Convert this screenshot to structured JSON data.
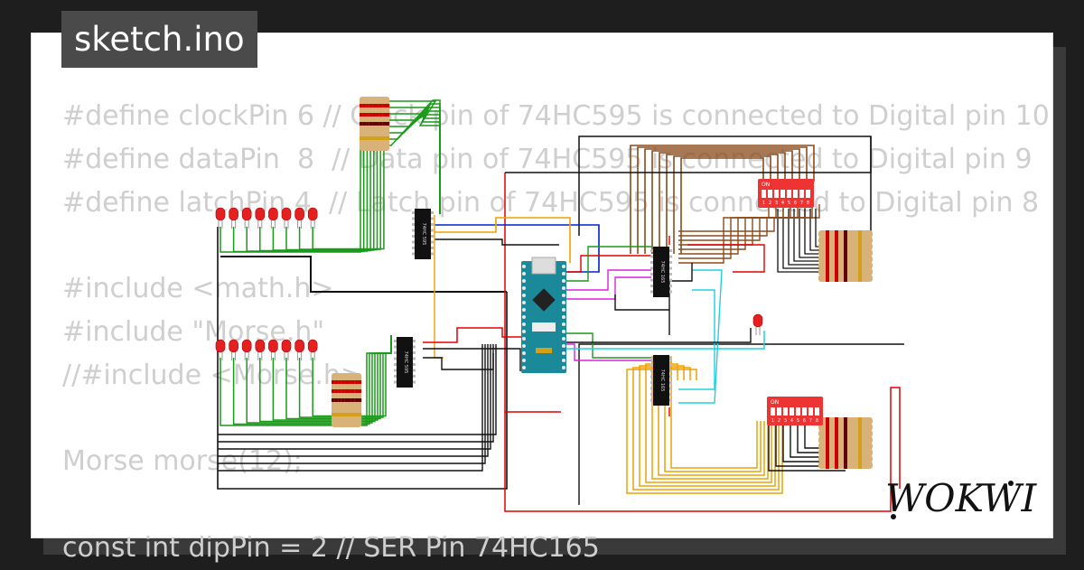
{
  "title": "sketch.ino",
  "brand": "WOKWI",
  "code_lines": [
    "#define clockPin 6 // Clock pin of 74HC595 is connected to Digital pin 10",
    "#define dataPin  8  // Data pin of 74HC595 is connected to Digital pin 9",
    "#define latchPin 4  // Latch pin of 74HC595 is connected to Digital pin 8",
    "",
    "#include <math.h>",
    "#include \"Morse.h\"",
    "//#include <Morse.h>",
    "",
    "Morse morse(12);",
    "",
    "const int dipPin = 2 // SER Pin 74HC165"
  ],
  "chip_labels": {
    "shift_out": "74HC 595",
    "shift_in": "74HC 165"
  },
  "dip_label": "ON",
  "dip_numbers": [
    "1",
    "2",
    "3",
    "4",
    "5",
    "6",
    "7",
    "8"
  ],
  "colors": {
    "background": "#1e1e1e",
    "card": "#ffffff",
    "code_text": "#cfcfcf",
    "title_bg": "#4a4a4a",
    "wire_green": "#1a9a1a",
    "wire_brown": "#8b4a1a",
    "wire_orange": "#f0a000",
    "wire_red": "#e00000",
    "wire_black": "#111111",
    "wire_blue": "#0020d0",
    "wire_cyan": "#20d0e0",
    "wire_magenta": "#e020e0",
    "board_teal": "#1a8a9a"
  }
}
